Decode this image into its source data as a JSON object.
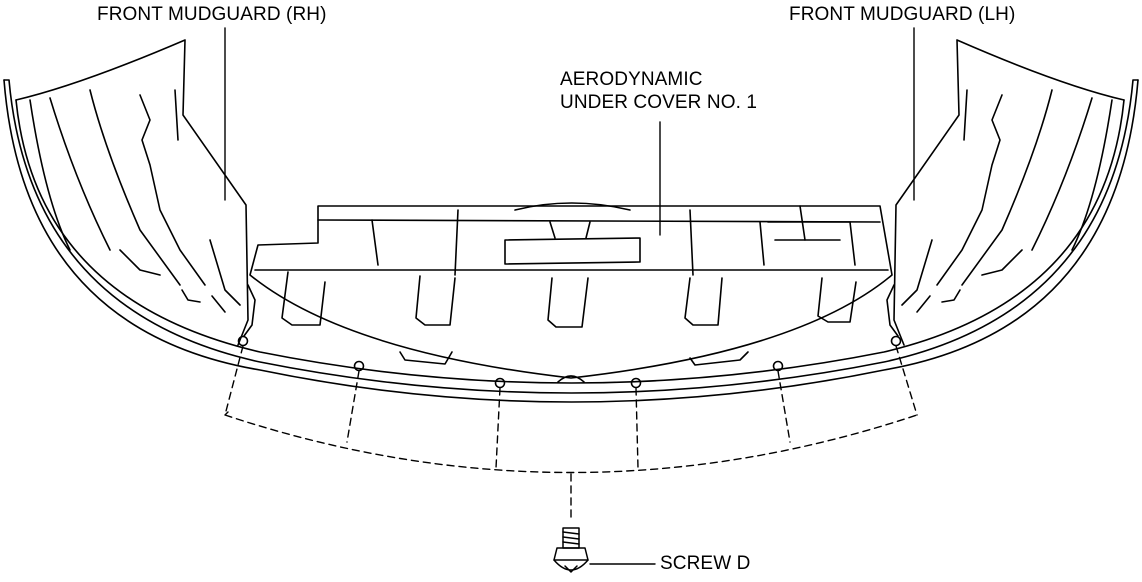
{
  "labels": {
    "front_mudguard_rh": "FRONT MUDGUARD (RH)",
    "front_mudguard_lh": "FRONT MUDGUARD (LH)",
    "cover_line1": "AERODYNAMIC",
    "cover_line2": "UNDER COVER NO. 1",
    "screw": "SCREW D"
  },
  "colors": {
    "line": "#000000",
    "background": "#ffffff"
  }
}
